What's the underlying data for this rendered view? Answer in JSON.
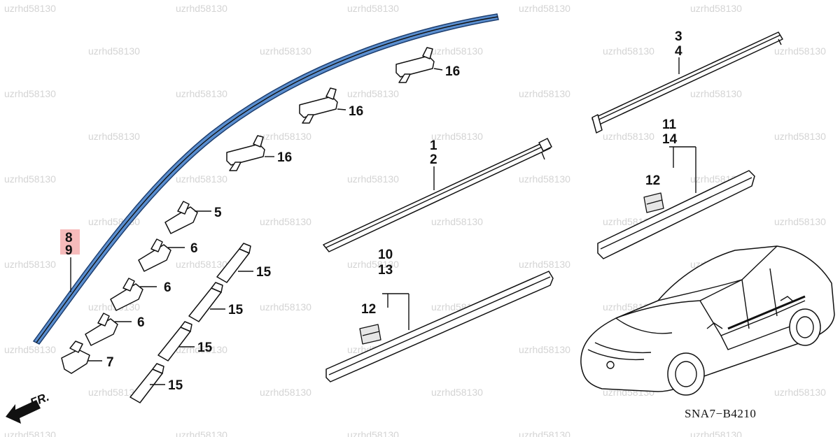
{
  "diagram": {
    "code": "SNA7−B4210",
    "front_indicator": "FR.",
    "highlight_color": "#5b8fd0",
    "watermark": "uzrhd58130",
    "labels": {
      "l1": "1",
      "l2": "2",
      "l3": "3",
      "l4": "4",
      "l5": "5",
      "l6a": "6",
      "l6b": "6",
      "l6c": "6",
      "l7": "7",
      "l8": "8",
      "l9": "9",
      "l10": "10",
      "l11": "11",
      "l12a": "12",
      "l12b": "12",
      "l13": "13",
      "l14": "14",
      "l15a": "15",
      "l15b": "15",
      "l15c": "15",
      "l15d": "15",
      "l16a": "16",
      "l16b": "16",
      "l16c": "16"
    }
  }
}
